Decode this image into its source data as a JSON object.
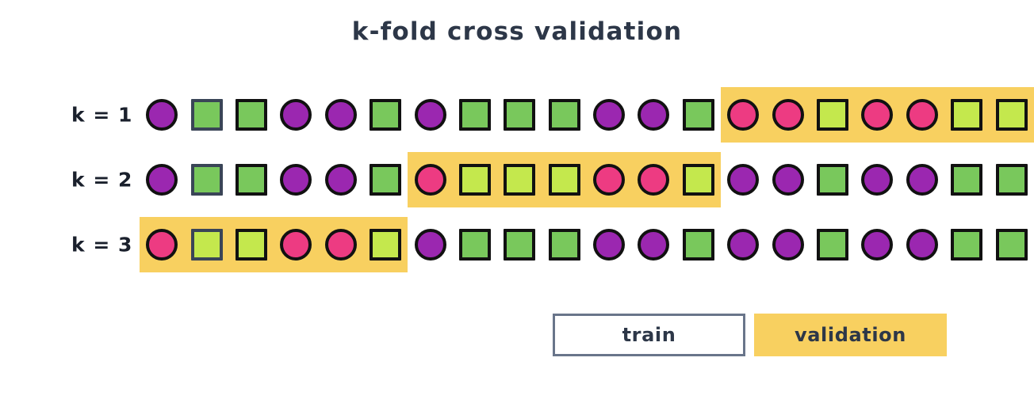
{
  "title": "k-fold cross validation",
  "colors": {
    "train_circle": "#9B27B0",
    "train_square": "#79C85C",
    "validation_circle": "#ED3B82",
    "validation_square": "#C4E84D",
    "validation_band": "#F8D060",
    "outline": "#111111",
    "slate_outline": "#3A4557",
    "text": "#2D3748",
    "legend_border": "#69758A"
  },
  "folds": [
    {
      "label": "k = 1",
      "cells": [
        {
          "shape": "circle",
          "role": "train"
        },
        {
          "shape": "square",
          "role": "train"
        },
        {
          "shape": "square",
          "role": "train"
        },
        {
          "shape": "circle",
          "role": "train"
        },
        {
          "shape": "circle",
          "role": "train"
        },
        {
          "shape": "square",
          "role": "train"
        },
        {
          "shape": "circle",
          "role": "train"
        },
        {
          "shape": "square",
          "role": "train"
        },
        {
          "shape": "square",
          "role": "train"
        },
        {
          "shape": "square",
          "role": "train"
        },
        {
          "shape": "circle",
          "role": "train"
        },
        {
          "shape": "circle",
          "role": "train"
        },
        {
          "shape": "square",
          "role": "train"
        },
        {
          "shape": "circle",
          "role": "validation"
        },
        {
          "shape": "circle",
          "role": "validation"
        },
        {
          "shape": "square",
          "role": "validation"
        },
        {
          "shape": "circle",
          "role": "validation"
        },
        {
          "shape": "circle",
          "role": "validation"
        },
        {
          "shape": "square",
          "role": "validation"
        },
        {
          "shape": "square",
          "role": "validation"
        }
      ]
    },
    {
      "label": "k = 2",
      "cells": [
        {
          "shape": "circle",
          "role": "train"
        },
        {
          "shape": "square",
          "role": "train"
        },
        {
          "shape": "square",
          "role": "train"
        },
        {
          "shape": "circle",
          "role": "train"
        },
        {
          "shape": "circle",
          "role": "train"
        },
        {
          "shape": "square",
          "role": "train"
        },
        {
          "shape": "circle",
          "role": "validation"
        },
        {
          "shape": "square",
          "role": "validation"
        },
        {
          "shape": "square",
          "role": "validation"
        },
        {
          "shape": "square",
          "role": "validation"
        },
        {
          "shape": "circle",
          "role": "validation"
        },
        {
          "shape": "circle",
          "role": "validation"
        },
        {
          "shape": "square",
          "role": "validation"
        },
        {
          "shape": "circle",
          "role": "train"
        },
        {
          "shape": "circle",
          "role": "train"
        },
        {
          "shape": "square",
          "role": "train"
        },
        {
          "shape": "circle",
          "role": "train"
        },
        {
          "shape": "circle",
          "role": "train"
        },
        {
          "shape": "square",
          "role": "train"
        },
        {
          "shape": "square",
          "role": "train"
        }
      ]
    },
    {
      "label": "k = 3",
      "cells": [
        {
          "shape": "circle",
          "role": "validation"
        },
        {
          "shape": "square",
          "role": "validation"
        },
        {
          "shape": "square",
          "role": "validation"
        },
        {
          "shape": "circle",
          "role": "validation"
        },
        {
          "shape": "circle",
          "role": "validation"
        },
        {
          "shape": "square",
          "role": "validation"
        },
        {
          "shape": "circle",
          "role": "train"
        },
        {
          "shape": "square",
          "role": "train"
        },
        {
          "shape": "square",
          "role": "train"
        },
        {
          "shape": "square",
          "role": "train"
        },
        {
          "shape": "circle",
          "role": "train"
        },
        {
          "shape": "circle",
          "role": "train"
        },
        {
          "shape": "square",
          "role": "train"
        },
        {
          "shape": "circle",
          "role": "train"
        },
        {
          "shape": "circle",
          "role": "train"
        },
        {
          "shape": "square",
          "role": "train"
        },
        {
          "shape": "circle",
          "role": "train"
        },
        {
          "shape": "circle",
          "role": "train"
        },
        {
          "shape": "square",
          "role": "train"
        },
        {
          "shape": "square",
          "role": "train"
        }
      ]
    }
  ],
  "legend": {
    "train_label": "train",
    "validation_label": "validation"
  }
}
